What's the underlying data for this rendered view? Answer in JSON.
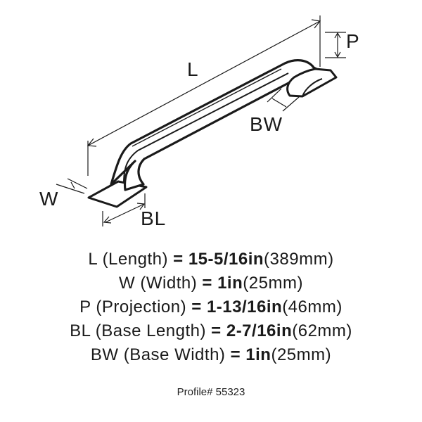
{
  "diagram": {
    "labels": {
      "length": "L",
      "projection": "P",
      "base_width": "BW",
      "width": "W",
      "base_length": "BL"
    }
  },
  "specs": [
    {
      "abbr": "L",
      "name": "(Length)",
      "eq": "=",
      "value": "15-5/16in",
      "metric": "(389mm)"
    },
    {
      "abbr": "W",
      "name": "(Width)",
      "eq": "=",
      "value": "1in",
      "metric": "(25mm)"
    },
    {
      "abbr": "P",
      "name": "(Projection)",
      "eq": "=",
      "value": "1-13/16in",
      "metric": "(46mm)"
    },
    {
      "abbr": "BL",
      "name": "(Base Length)",
      "eq": "=",
      "value": "2-7/16in",
      "metric": "(62mm)"
    },
    {
      "abbr": "BW",
      "name": "(Base Width)",
      "eq": "=",
      "value": "1in",
      "metric": "(25mm)"
    }
  ],
  "profile": "Profile# 55323"
}
